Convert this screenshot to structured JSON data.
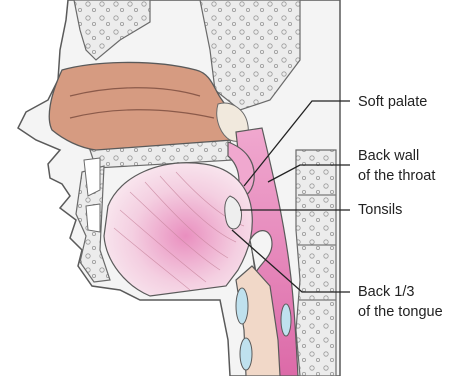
{
  "labels": {
    "soft_palate": "Soft palate",
    "back_wall_line1": "Back wall",
    "back_wall_line2": "of the throat",
    "tonsils": "Tonsils",
    "back_tongue_line1": "Back 1/3",
    "back_tongue_line2": "of the tongue"
  },
  "colors": {
    "background": "#ffffff",
    "skin": "#f4f4f4",
    "outline": "#5a5a5a",
    "bone": "#e9e9e9",
    "nasal_cavity": "#d69b81",
    "throat": "#e27bb5",
    "tongue": "#f3cde0",
    "muscle_light": "#f7dfe8",
    "cartilage": "#bfe1ee",
    "leader_line": "#222222"
  }
}
